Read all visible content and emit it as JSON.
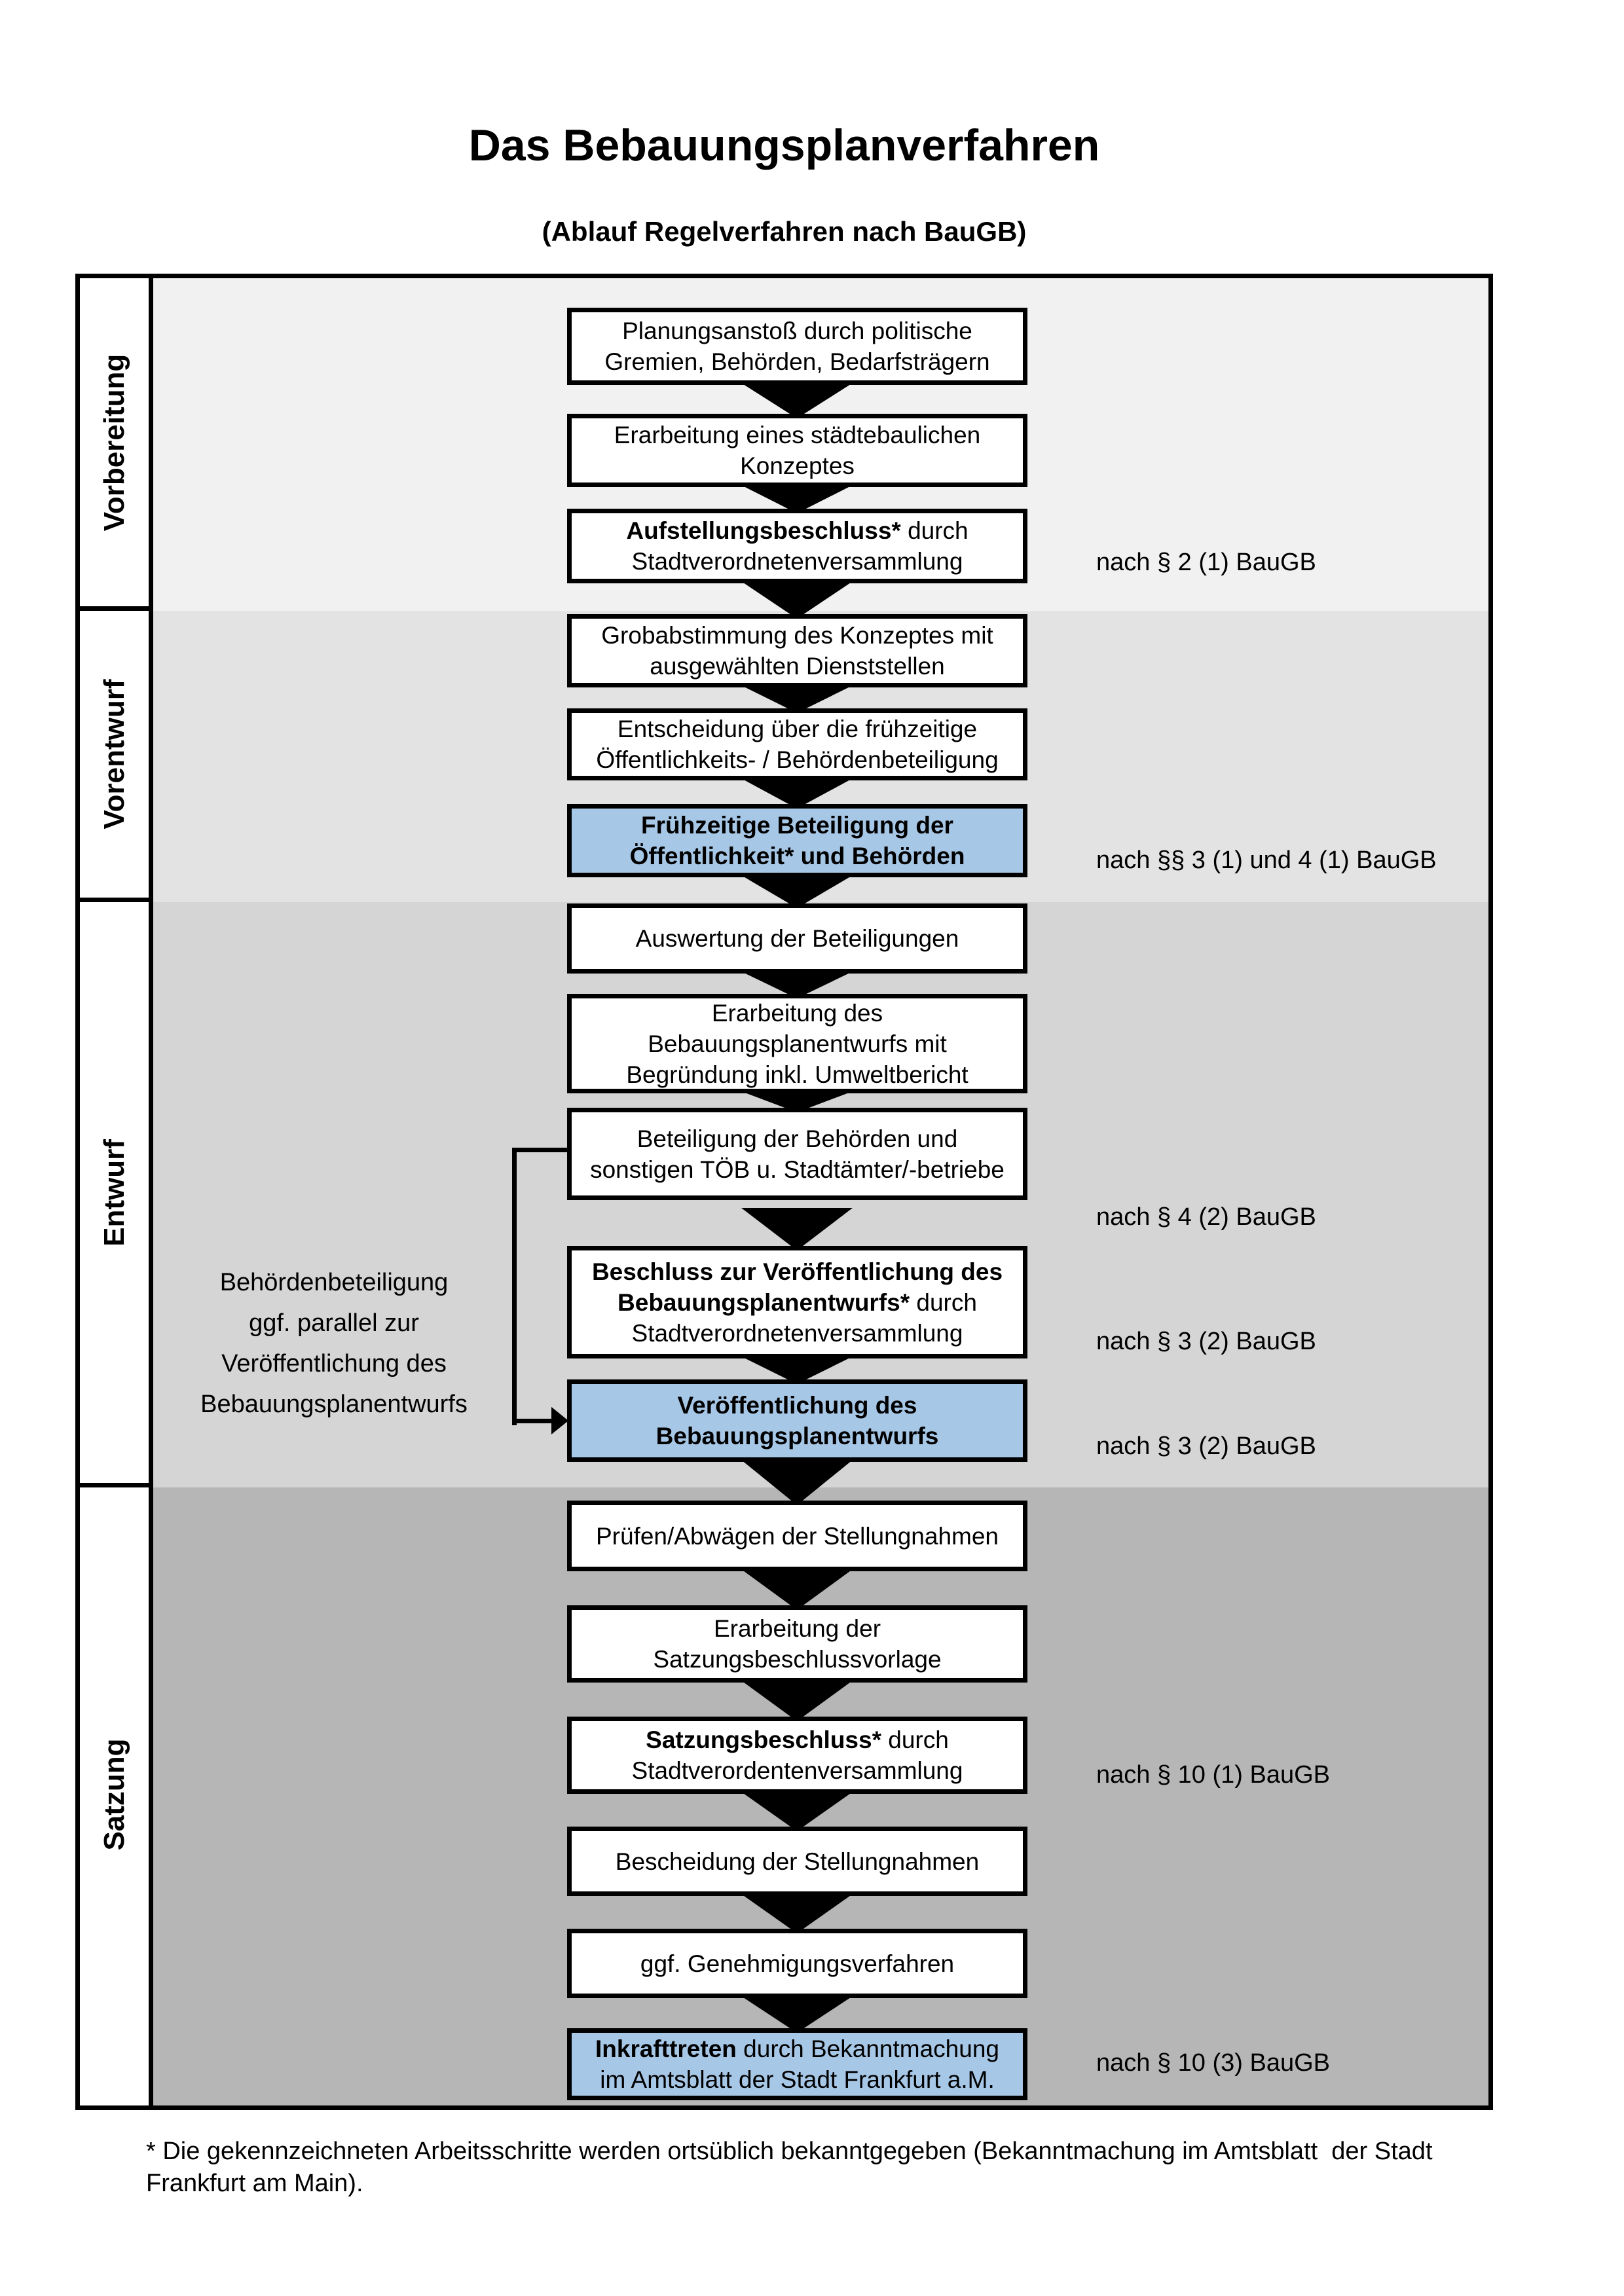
{
  "page": {
    "title": "Das Bebauungsplanverfahren",
    "subtitle": "(Ablauf Regelverfahren nach BauGB)",
    "footnote": "* Die gekennzeichneten Arbeitsschritte werden ortsüblich bekanntgegeben (Bekanntmachung im Amtsblatt  der Stadt\nFrankfurt am Main)."
  },
  "colors": {
    "highlight_blue": "#a7c7e7",
    "box_border": "#000000",
    "bands": [
      "#f1f1f1",
      "#e3e3e3",
      "#d5d5d5",
      "#b6b6b6"
    ]
  },
  "phases": [
    "Vorbereitung",
    "Vorentwurf",
    "Entwurf",
    "Satzung"
  ],
  "flow": {
    "boxes": [
      {
        "name": "planungsanstoss",
        "highlight": false,
        "lines": [
          [
            {
              "t": "Planungsanstoß durch politische"
            }
          ],
          [
            {
              "t": "Gremien, Behörden, Bedarfsträgern"
            }
          ]
        ]
      },
      {
        "name": "staedtebauliches-konzept",
        "highlight": false,
        "lines": [
          [
            {
              "t": "Erarbeitung eines städtebaulichen"
            }
          ],
          [
            {
              "t": "Konzeptes"
            }
          ]
        ]
      },
      {
        "name": "aufstellungsbeschluss",
        "highlight": false,
        "lines": [
          [
            {
              "t": "Aufstellungsbeschluss*",
              "b": true
            },
            {
              "t": " durch"
            }
          ],
          [
            {
              "t": "Stadtverordnetenversammlung"
            }
          ]
        ]
      },
      {
        "name": "grobabstimmung",
        "highlight": false,
        "lines": [
          [
            {
              "t": "Grobabstimmung des Konzeptes mit"
            }
          ],
          [
            {
              "t": "ausgewählten Dienststellen"
            }
          ]
        ]
      },
      {
        "name": "entscheidung-beteiligung",
        "highlight": false,
        "lines": [
          [
            {
              "t": "Entscheidung über die frühzeitige"
            }
          ],
          [
            {
              "t": "Öffentlichkeits- / Behördenbeteiligung"
            }
          ]
        ]
      },
      {
        "name": "fruehzeitige-beteiligung",
        "highlight": true,
        "lines": [
          [
            {
              "t": "Frühzeitige Beteiligung der",
              "b": true
            }
          ],
          [
            {
              "t": "Öffentlichkeit* und Behörden",
              "b": true
            }
          ]
        ]
      },
      {
        "name": "auswertung-beteiligungen",
        "highlight": false,
        "lines": [
          [
            {
              "t": "Auswertung der Beteiligungen"
            }
          ]
        ]
      },
      {
        "name": "erarbeitung-entwurf",
        "highlight": false,
        "lines": [
          [
            {
              "t": "Erarbeitung des"
            }
          ],
          [
            {
              "t": "Bebauungsplanentwurfs mit"
            }
          ],
          [
            {
              "t": "Begründung inkl. Umweltbericht"
            }
          ]
        ]
      },
      {
        "name": "beteiligung-behoerden",
        "highlight": false,
        "lines": [
          [
            {
              "t": "Beteiligung der Behörden und"
            }
          ],
          [
            {
              "t": "sonstigen TÖB u. Stadtämter/-betriebe"
            }
          ]
        ]
      },
      {
        "name": "beschluss-veroeffentlichung",
        "highlight": false,
        "lines": [
          [
            {
              "t": "Beschluss zur Veröffentlichung des",
              "b": true
            }
          ],
          [
            {
              "t": "Bebauungsplanentwurfs*",
              "b": true
            },
            {
              "t": " durch"
            }
          ],
          [
            {
              "t": "Stadtverordnetenversammlung"
            }
          ]
        ]
      },
      {
        "name": "veroeffentlichung-entwurf",
        "highlight": true,
        "lines": [
          [
            {
              "t": "Veröffentlichung des",
              "b": true
            }
          ],
          [
            {
              "t": "Bebauungsplanentwurfs",
              "b": true
            }
          ]
        ]
      },
      {
        "name": "pruefen-abwaegen",
        "highlight": false,
        "lines": [
          [
            {
              "t": "Prüfen/Abwägen der Stellungnahmen"
            }
          ]
        ]
      },
      {
        "name": "satzungsbeschlussvorlage",
        "highlight": false,
        "lines": [
          [
            {
              "t": "Erarbeitung der"
            }
          ],
          [
            {
              "t": "Satzungsbeschlussvorlage"
            }
          ]
        ]
      },
      {
        "name": "satzungsbeschluss",
        "highlight": false,
        "lines": [
          [
            {
              "t": "Satzungsbeschluss*",
              "b": true
            },
            {
              "t": " durch"
            }
          ],
          [
            {
              "t": "Stadtverordentenversammlung"
            }
          ]
        ]
      },
      {
        "name": "bescheidung",
        "highlight": false,
        "lines": [
          [
            {
              "t": "Bescheidung der Stellungnahmen"
            }
          ]
        ]
      },
      {
        "name": "genehmigungsverfahren",
        "highlight": false,
        "lines": [
          [
            {
              "t": "ggf. Genehmigungsverfahren"
            }
          ]
        ]
      },
      {
        "name": "inkrafttreten",
        "highlight": true,
        "lines": [
          [
            {
              "t": "Inkrafttreten",
              "b": true
            },
            {
              "t": " durch Bekanntmachung"
            }
          ],
          [
            {
              "t": "im Amtsblatt der Stadt Frankfurt a.M."
            }
          ]
        ]
      }
    ]
  },
  "legal_refs": [
    "nach § 2 (1) BauGB",
    "nach §§ 3 (1) und 4 (1) BauGB",
    "nach § 4 (2) BauGB",
    "nach § 3 (2) BauGB",
    "nach § 3 (2) BauGB",
    "nach § 10 (1) BauGB",
    "nach § 10 (3) BauGB"
  ],
  "side_note": {
    "lines": [
      "Behördenbeteiligung",
      "ggf. parallel zur",
      "Veröffentlichung des",
      "Bebauungsplanentwurfs"
    ]
  }
}
